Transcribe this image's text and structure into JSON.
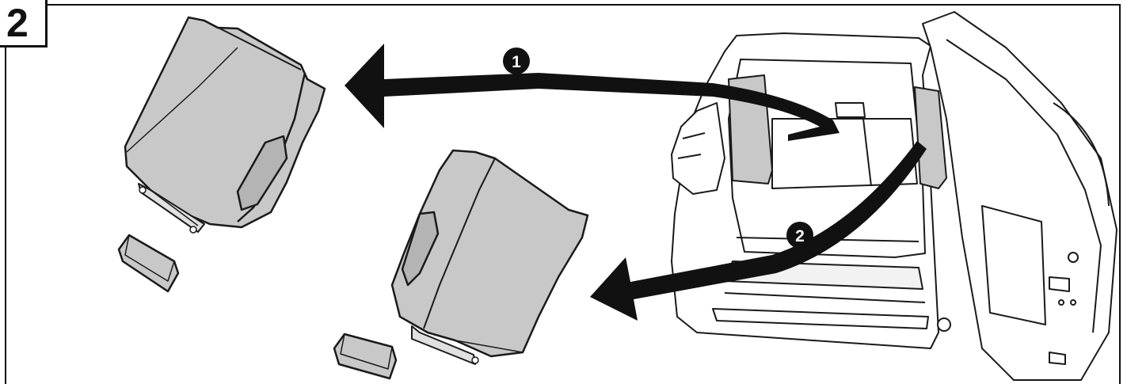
{
  "figure": {
    "step_number": "2",
    "callouts": [
      "1",
      "2"
    ]
  },
  "colors": {
    "line": "#1a1a1a",
    "seat_fill": "#c8c8c8",
    "seat_shade": "#b4b4b4",
    "background": "#ffffff"
  }
}
